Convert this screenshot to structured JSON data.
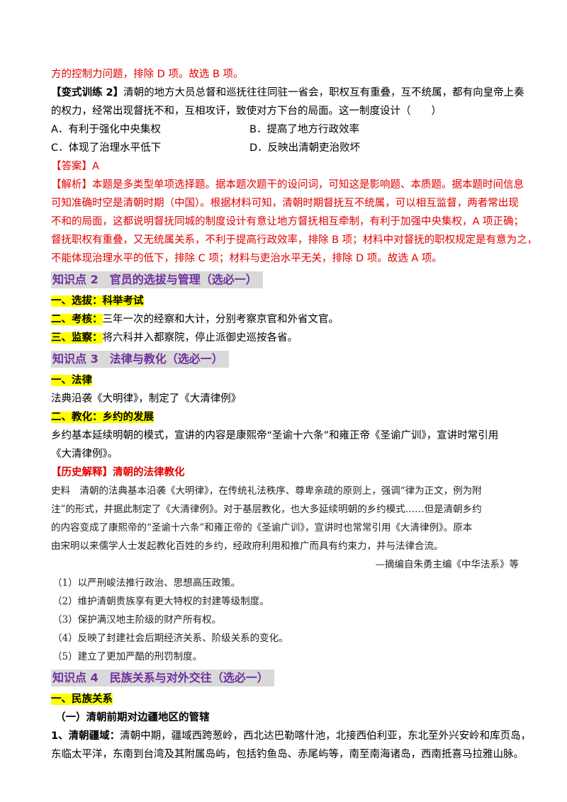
{
  "top_line": "方的控制力问题，排除 D 项。故选 B 项。",
  "exercise": {
    "tag": "【变式训练 2】",
    "question_lines": [
      "清朝的地方大员总督和巡抚往往同驻一省会，职权互有重叠，互不统属，都有向皇帝上奏",
      "的权力，经常出现督抚不和，互相攻讦，致使对方下台的局面。这一制度设计（　　）"
    ],
    "options": [
      [
        "A．有利于强化中央集权",
        "B．提高了地方行政效率"
      ],
      [
        "C．体现了治理水平低下",
        "D．反映出清朝吏治败坏"
      ]
    ],
    "answer_label": "【答案】",
    "answer": "A",
    "analysis_label": "【解析】",
    "analysis_lines": [
      "本题是多类型单项选择题。据本题次题干的设问词，可知这是影响题、本质题。据本题时间信息",
      "可知准确时空是清朝时期（中国）。根据材料可知，清朝时期督抚互不统属，可以相互监督，两者常出现",
      "不和的局面，这都说明督抚同城的制度设计有意让地方督抚相互牵制，有利于加强中央集权，A 项正确；",
      "督抚职权有重叠，又无统属关系，不利于提高行政效率，排除 B 项；材料中对督抚的职权规定是有意为之，",
      "不能体现治理水平的低下，排除 C 项；材料与吏治水平无关，排除 D 项。故选 A 项。"
    ]
  },
  "kp2": {
    "title": "知识点 2　官员的选拔与管理（选必一）",
    "items": [
      {
        "label": "一、选拔：",
        "text": "科举考试",
        "inline_hl": true
      },
      {
        "label": "二、考核：",
        "text": "三年一次的经察和大计，分别考察京官和外省文官。"
      },
      {
        "label": "三、监察：",
        "text": "将六科并入都察院，停止派御史巡按各省。"
      }
    ]
  },
  "kp3": {
    "title": "知识点 3　法律与教化（选必一）",
    "law_label": "一、法律",
    "law_text": "法典沿袭《大明律》，制定了《大清律例》",
    "edu_label": "二、教化：乡约的发展",
    "edu_lines": [
      "乡约基本延续明朝的模式，宣讲的内容是康熙帝“圣谕十六条”和雍正帝《圣谕广训》，宣讲时常引用",
      "《大清律例》。"
    ],
    "hist_title": "【历史解释】清朝的法律教化",
    "source_lines": [
      "史料　清朝的法典基本沿袭《大明律》，在传统礼法秩序、尊卑亲疏的原则上，强调“律为正文，例为附",
      "注”的形式，并据此制定了《大清律例》。对于基层教化，也大多延续明朝的乡约模式……但是清朝乡约",
      "的内容变成了康熙帝的“圣谕十六条”和雍正帝的《圣谕广训》，宣讲时也常常引用《大清律例》。原本",
      "由宋明以来儒学人士发起教化百姓的乡约，经政府利用和推广而具有约束力，并与法律合流。"
    ],
    "citation": "—摘编自朱勇主编《中华法系》等",
    "numbered": [
      "（1）以严刑峻法推行政治、思想高压政策。",
      "（2）维护清朝贵族享有更大特权的封建等级制度。",
      "（3）保护满汉地主阶级的财产所有权。",
      "（4）反映了封建社会后期经济关系、阶级关系的变化。",
      "（5）建立了更加严酷的刑罚制度。"
    ]
  },
  "kp4": {
    "title": "知识点 4　民族关系与对外交往（选必一）",
    "sub1": "一、民族关系",
    "sub2": "（一）清朝前期对边疆地区的管辖",
    "item_label": "1、清朝疆域：",
    "item_lines": [
      "清朝中期，疆域西跨葱岭，西北达巴勒喀什池，北接西伯利亚，东北至外兴安岭和库页岛，",
      "东临太平洋，东南到台湾及其附属岛屿，包括钓鱼岛、赤尾屿等，南至南海诸岛，西南抵喜马拉雅山脉。"
    ]
  }
}
